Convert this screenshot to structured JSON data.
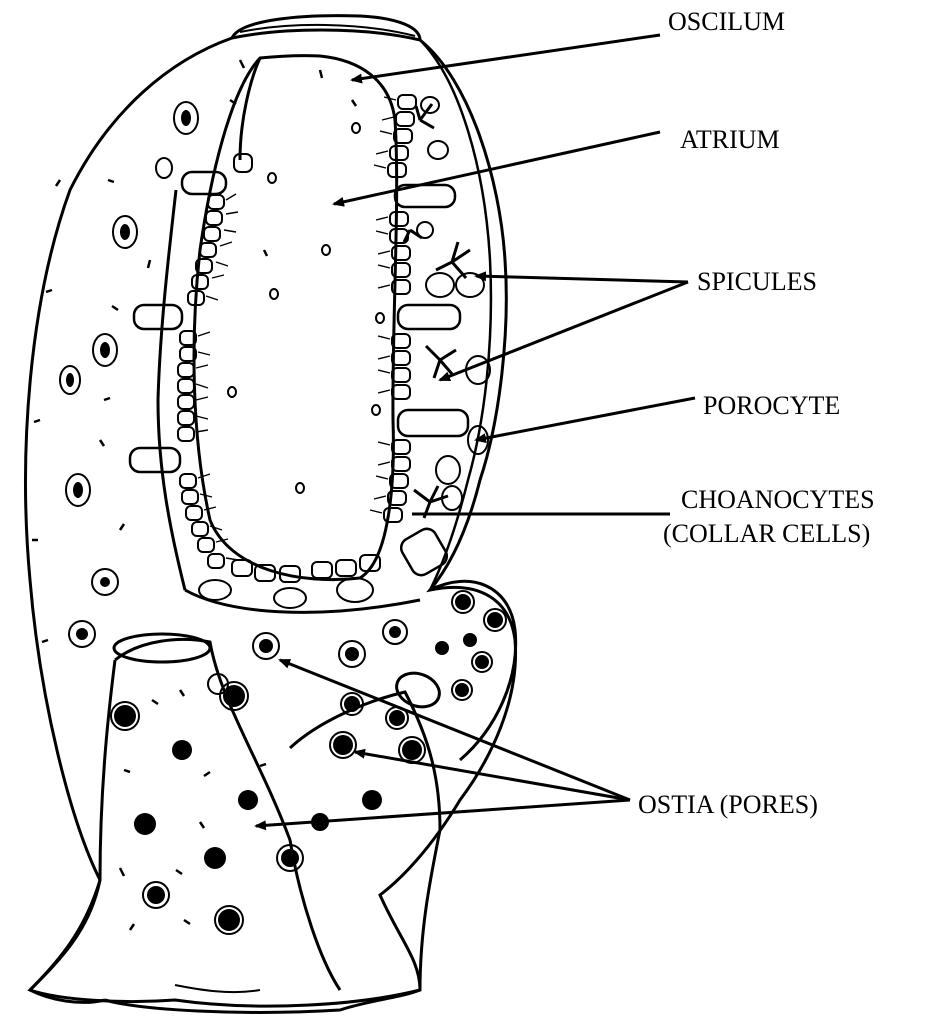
{
  "labels": {
    "osculum": "OSCILUM",
    "atrium": "ATRIUM",
    "spicules": "SPICULES",
    "porocyte": "POROCYTE",
    "choanocytes_line1": "CHOANOCYTES",
    "choanocytes_line2": "(COLLAR CELLS)",
    "ostia": "OSTIA (PORES)"
  },
  "colors": {
    "ink": "#000000",
    "paper": "#ffffff"
  }
}
